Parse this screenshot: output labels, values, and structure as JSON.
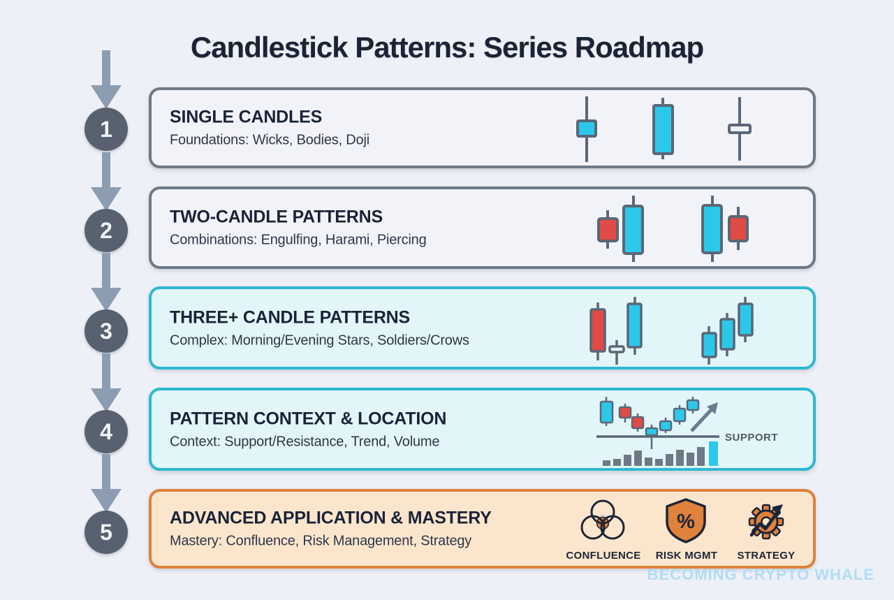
{
  "title": "Candlestick Patterns: Series Roadmap",
  "watermark": "BECOMING CRYPTO WHALE",
  "colors": {
    "background": "#eef0f7",
    "bullish_candle": "#2cc8ea",
    "bearish_candle": "#e14a45",
    "candle_outline": "#5a6778",
    "step_circle": "#57616f",
    "flow_arrow": "#8d9db1",
    "gray_card_border": "#6e7987",
    "teal_card_border": "#2fb8cf",
    "orange_card_border": "#e0813c",
    "heading_text": "#1a2238",
    "watermark_text": "#a9dcf3"
  },
  "steps": [
    {
      "number": "1",
      "title": "SINGLE CANDLES",
      "subtitle": "Foundations: Wicks, Bodies, Doji"
    },
    {
      "number": "2",
      "title": "TWO-CANDLE PATTERNS",
      "subtitle": "Combinations: Engulfing, Harami, Piercing"
    },
    {
      "number": "3",
      "title": "THREE+ CANDLE PATTERNS",
      "subtitle": "Complex: Morning/Evening Stars, Soldiers/Crows"
    },
    {
      "number": "4",
      "title": "PATTERN CONTEXT & LOCATION",
      "subtitle": "Context: Support/Resistance, Trend, Volume",
      "annotation": "SUPPORT"
    },
    {
      "number": "5",
      "title": "ADVANCED APPLICATION & MASTERY",
      "subtitle": "Mastery: Confluence, Risk Management, Strategy",
      "icons": [
        {
          "label": "CONFLUENCE"
        },
        {
          "label": "RISK MGMT"
        },
        {
          "label": "STRATEGY"
        }
      ]
    }
  ]
}
